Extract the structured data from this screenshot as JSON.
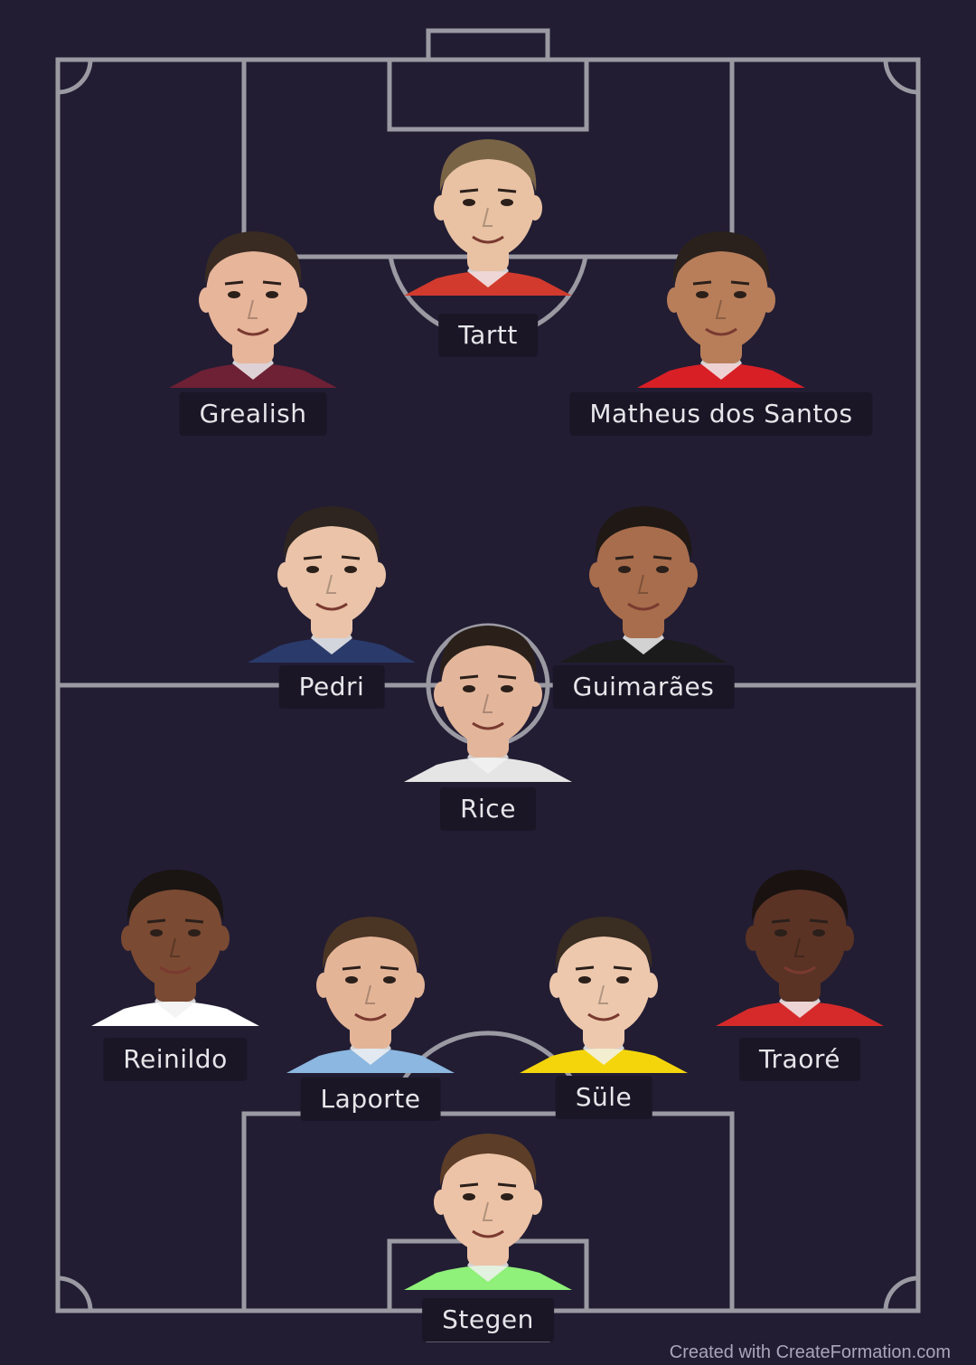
{
  "pitch": {
    "background": "#221d33",
    "line_color": "#9b9aa3"
  },
  "players": [
    {
      "id": "tartt",
      "name": "Tartt",
      "skin": "#e8c2a3",
      "hair": "#7a6446",
      "kit": "#d23a2e"
    },
    {
      "id": "grealish",
      "name": "Grealish",
      "skin": "#e7b59a",
      "hair": "#3a2b22",
      "kit": "#6e2035"
    },
    {
      "id": "matheus",
      "name": "Matheus dos Santos",
      "skin": "#b87e5a",
      "hair": "#2b211c",
      "kit": "#d81f26"
    },
    {
      "id": "pedri",
      "name": "Pedri",
      "skin": "#eac3a8",
      "hair": "#2e2520",
      "kit": "#2a3a6a"
    },
    {
      "id": "guimaraes",
      "name": "Guimarães",
      "skin": "#a86d4c",
      "hair": "#1f1814",
      "kit": "#1b1b1b"
    },
    {
      "id": "rice",
      "name": "Rice",
      "skin": "#e3b69b",
      "hair": "#2a2019",
      "kit": "#e5e5e5"
    },
    {
      "id": "reinildo",
      "name": "Reinildo",
      "skin": "#7a4a32",
      "hair": "#1a1412",
      "kit": "#ffffff"
    },
    {
      "id": "laporte",
      "name": "Laporte",
      "skin": "#e4b497",
      "hair": "#4a3424",
      "kit": "#8bb7e0"
    },
    {
      "id": "sule",
      "name": "Süle",
      "skin": "#edc8ad",
      "hair": "#3a2d22",
      "kit": "#f4d50c"
    },
    {
      "id": "traore",
      "name": "Traoré",
      "skin": "#5a3325",
      "hair": "#1a1210",
      "kit": "#d62a2a"
    },
    {
      "id": "stegen",
      "name": "Stegen",
      "skin": "#ecc3a6",
      "hair": "#5c3d27",
      "kit": "#8ff07a"
    }
  ],
  "footer": {
    "credit": "Created with CreateFormation.com"
  }
}
